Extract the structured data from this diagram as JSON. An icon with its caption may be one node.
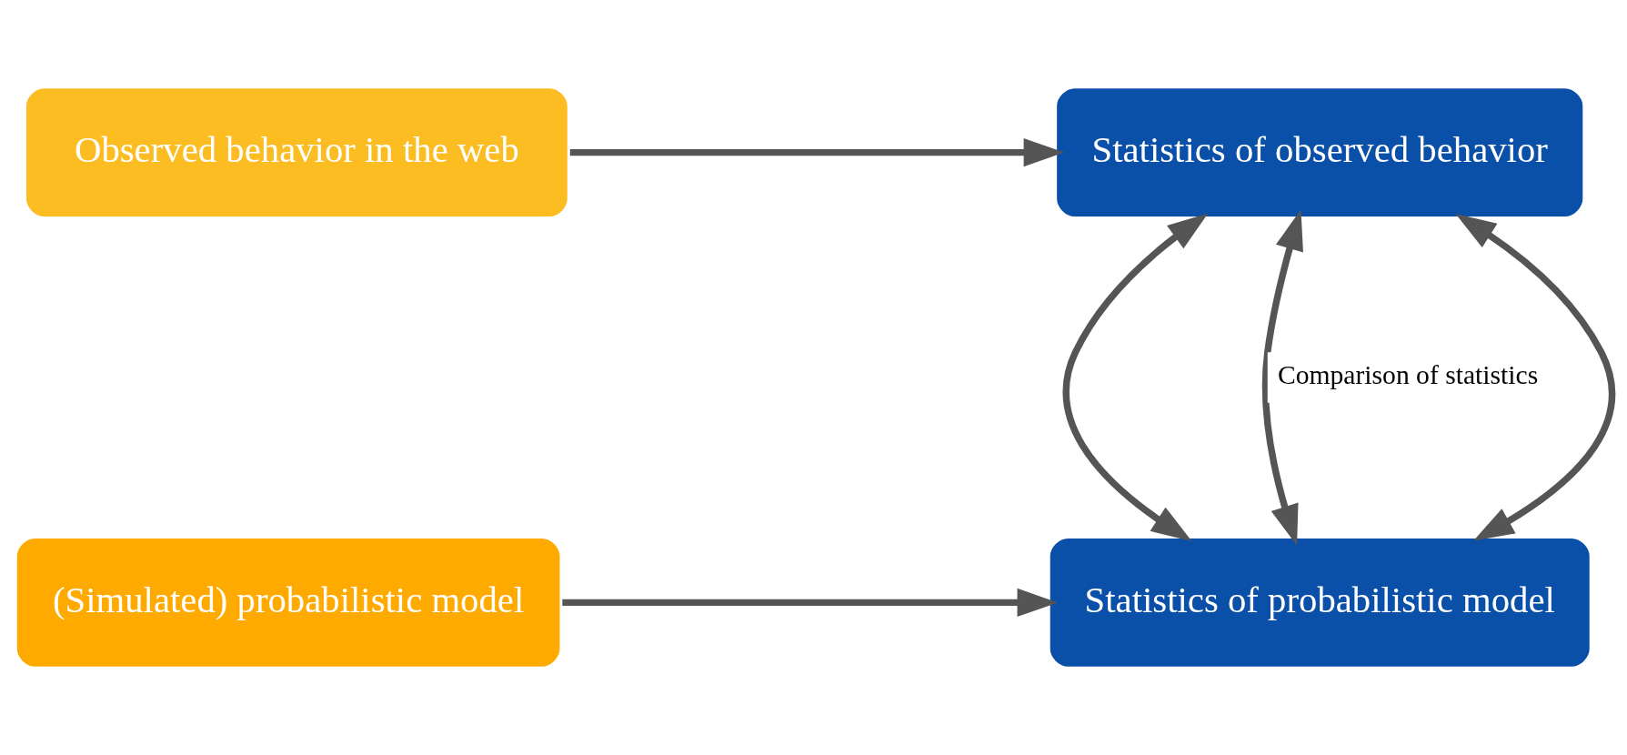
{
  "diagram": {
    "nodes": [
      {
        "text": [
          "Observed behavior in the web"
        ]
      },
      {
        "text": [
          "Statistics of observed behavior"
        ]
      },
      {
        "text": [
          "(Simulated) probabilistic model"
        ]
      },
      {
        "text": [
          "Statistics of probabilistic model"
        ]
      }
    ],
    "edges": [
      {
        "from": 0,
        "to": 1,
        "arrow": "to"
      },
      {
        "from": 1,
        "to": 3,
        "arrow": "both"
      },
      {
        "from": 1,
        "to": 3,
        "arrow": "both",
        "label": "Comparison of statistics"
      },
      {
        "from": 1,
        "to": 3,
        "arrow": "both"
      },
      {
        "from": 2,
        "to": 3,
        "arrow": "to"
      }
    ]
  }
}
